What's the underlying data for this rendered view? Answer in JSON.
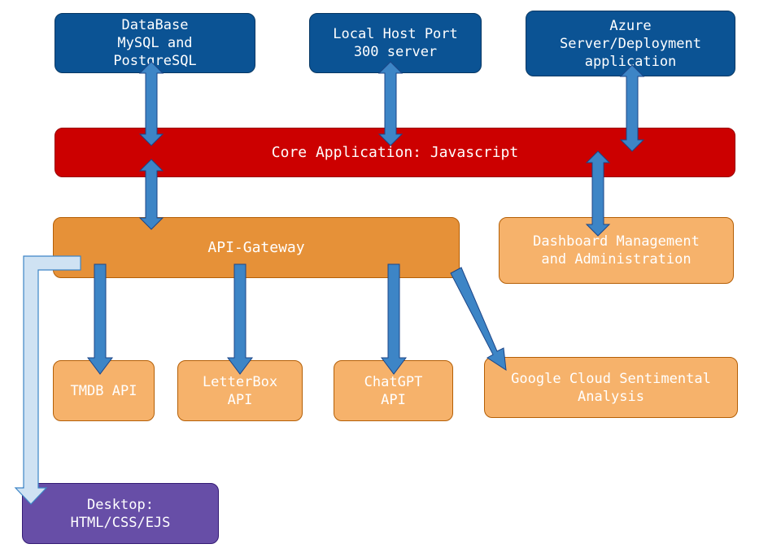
{
  "nodes": {
    "database": "DataBase\nMySQL and\nPostgreSQL",
    "localhost": "Local Host Port\n300 server",
    "azure": "Azure\nServer/Deployment\napplication",
    "core": "Core Application: Javascript",
    "gateway": "API-Gateway",
    "dashboard": "Dashboard Management\nand Administration",
    "tmdb": "TMDB API",
    "letterbox": "LetterBox\nAPI",
    "chatgpt": "ChatGPT\nAPI",
    "google": "Google Cloud Sentimental\nAnalysis",
    "desktop": "Desktop:\nHTML/CSS/EJS"
  },
  "colors": {
    "dark_blue": "#0b5394",
    "core_red": "#cc0000",
    "gateway_orange": "#e69138",
    "light_orange": "#f6b26b",
    "desktop_purple": "#674ea7",
    "arrow_blue": "#3d85c6",
    "arrow_light": "#cfe2f3"
  }
}
